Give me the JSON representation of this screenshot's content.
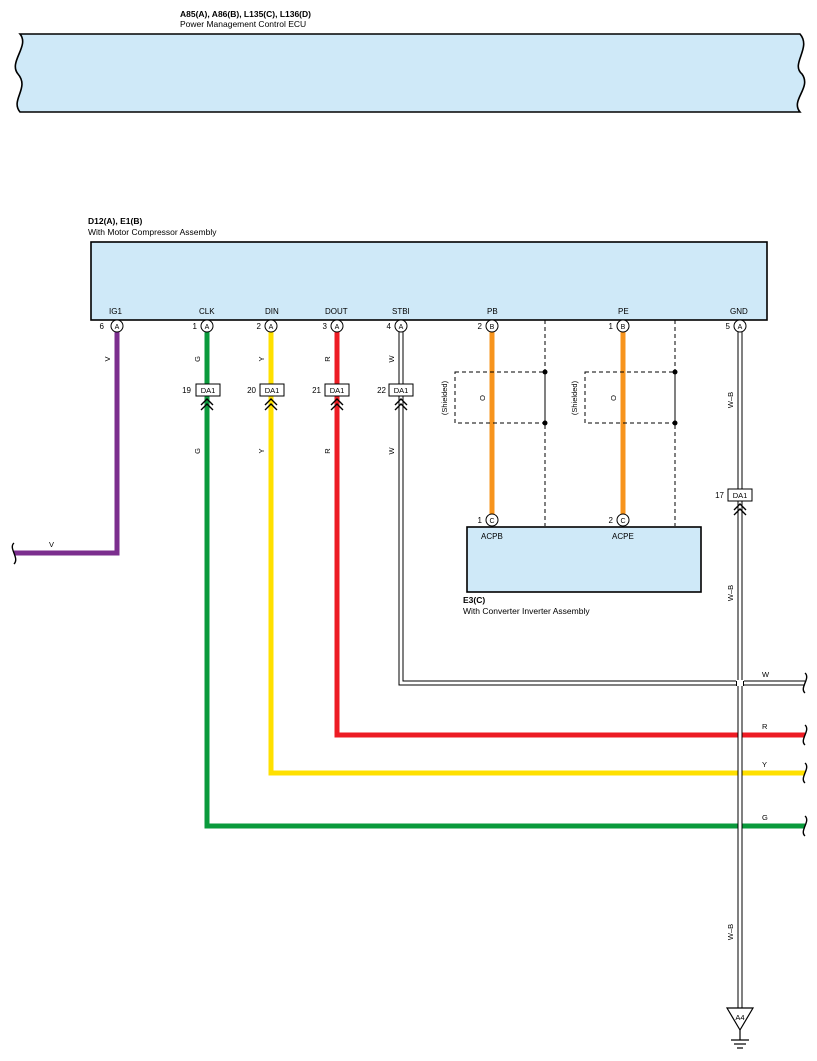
{
  "colors": {
    "box_fill": "#cfe9f8",
    "violet": "#7b2e8e",
    "green": "#0a9a3c",
    "yellow": "#ffe000",
    "red": "#ed1c24",
    "orange": "#f7941d",
    "white_wire": "#ffffff",
    "line": "#000000"
  },
  "ecu": {
    "title": "A85(A), A86(B), L135(C), L136(D)",
    "subtitle": "Power Management Control ECU"
  },
  "compressor": {
    "title": "D12(A), E1(B)",
    "subtitle": "With Motor Compressor Assembly",
    "pins": [
      {
        "name": "IG1",
        "num": "6",
        "conn": "A"
      },
      {
        "name": "CLK",
        "num": "1",
        "conn": "A"
      },
      {
        "name": "DIN",
        "num": "2",
        "conn": "A"
      },
      {
        "name": "DOUT",
        "num": "3",
        "conn": "A"
      },
      {
        "name": "STBI",
        "num": "4",
        "conn": "A"
      },
      {
        "name": "PB",
        "num": "2",
        "conn": "B"
      },
      {
        "name": "PE",
        "num": "1",
        "conn": "B"
      },
      {
        "name": "GND",
        "num": "5",
        "conn": "A"
      }
    ]
  },
  "inverter": {
    "title": "E3(C)",
    "subtitle": "With Converter Inverter Assembly",
    "pins": [
      {
        "name": "ACPB",
        "num": "1",
        "conn": "C"
      },
      {
        "name": "ACPE",
        "num": "2",
        "conn": "C"
      }
    ]
  },
  "junctions": [
    {
      "num": "19",
      "label": "DA1"
    },
    {
      "num": "20",
      "label": "DA1"
    },
    {
      "num": "21",
      "label": "DA1"
    },
    {
      "num": "22",
      "label": "DA1"
    },
    {
      "num": "17",
      "label": "DA1"
    }
  ],
  "wires": {
    "ig1": "V",
    "clk": "G",
    "din": "Y",
    "dout": "R",
    "stbi": "W",
    "pb": "O",
    "pe": "O",
    "gnd": "W–B"
  },
  "right_labels": {
    "w": "W",
    "r": "R",
    "y": "Y",
    "g": "G"
  },
  "left_label": "V",
  "shield": "(Shielded)",
  "ground_point": "A4"
}
